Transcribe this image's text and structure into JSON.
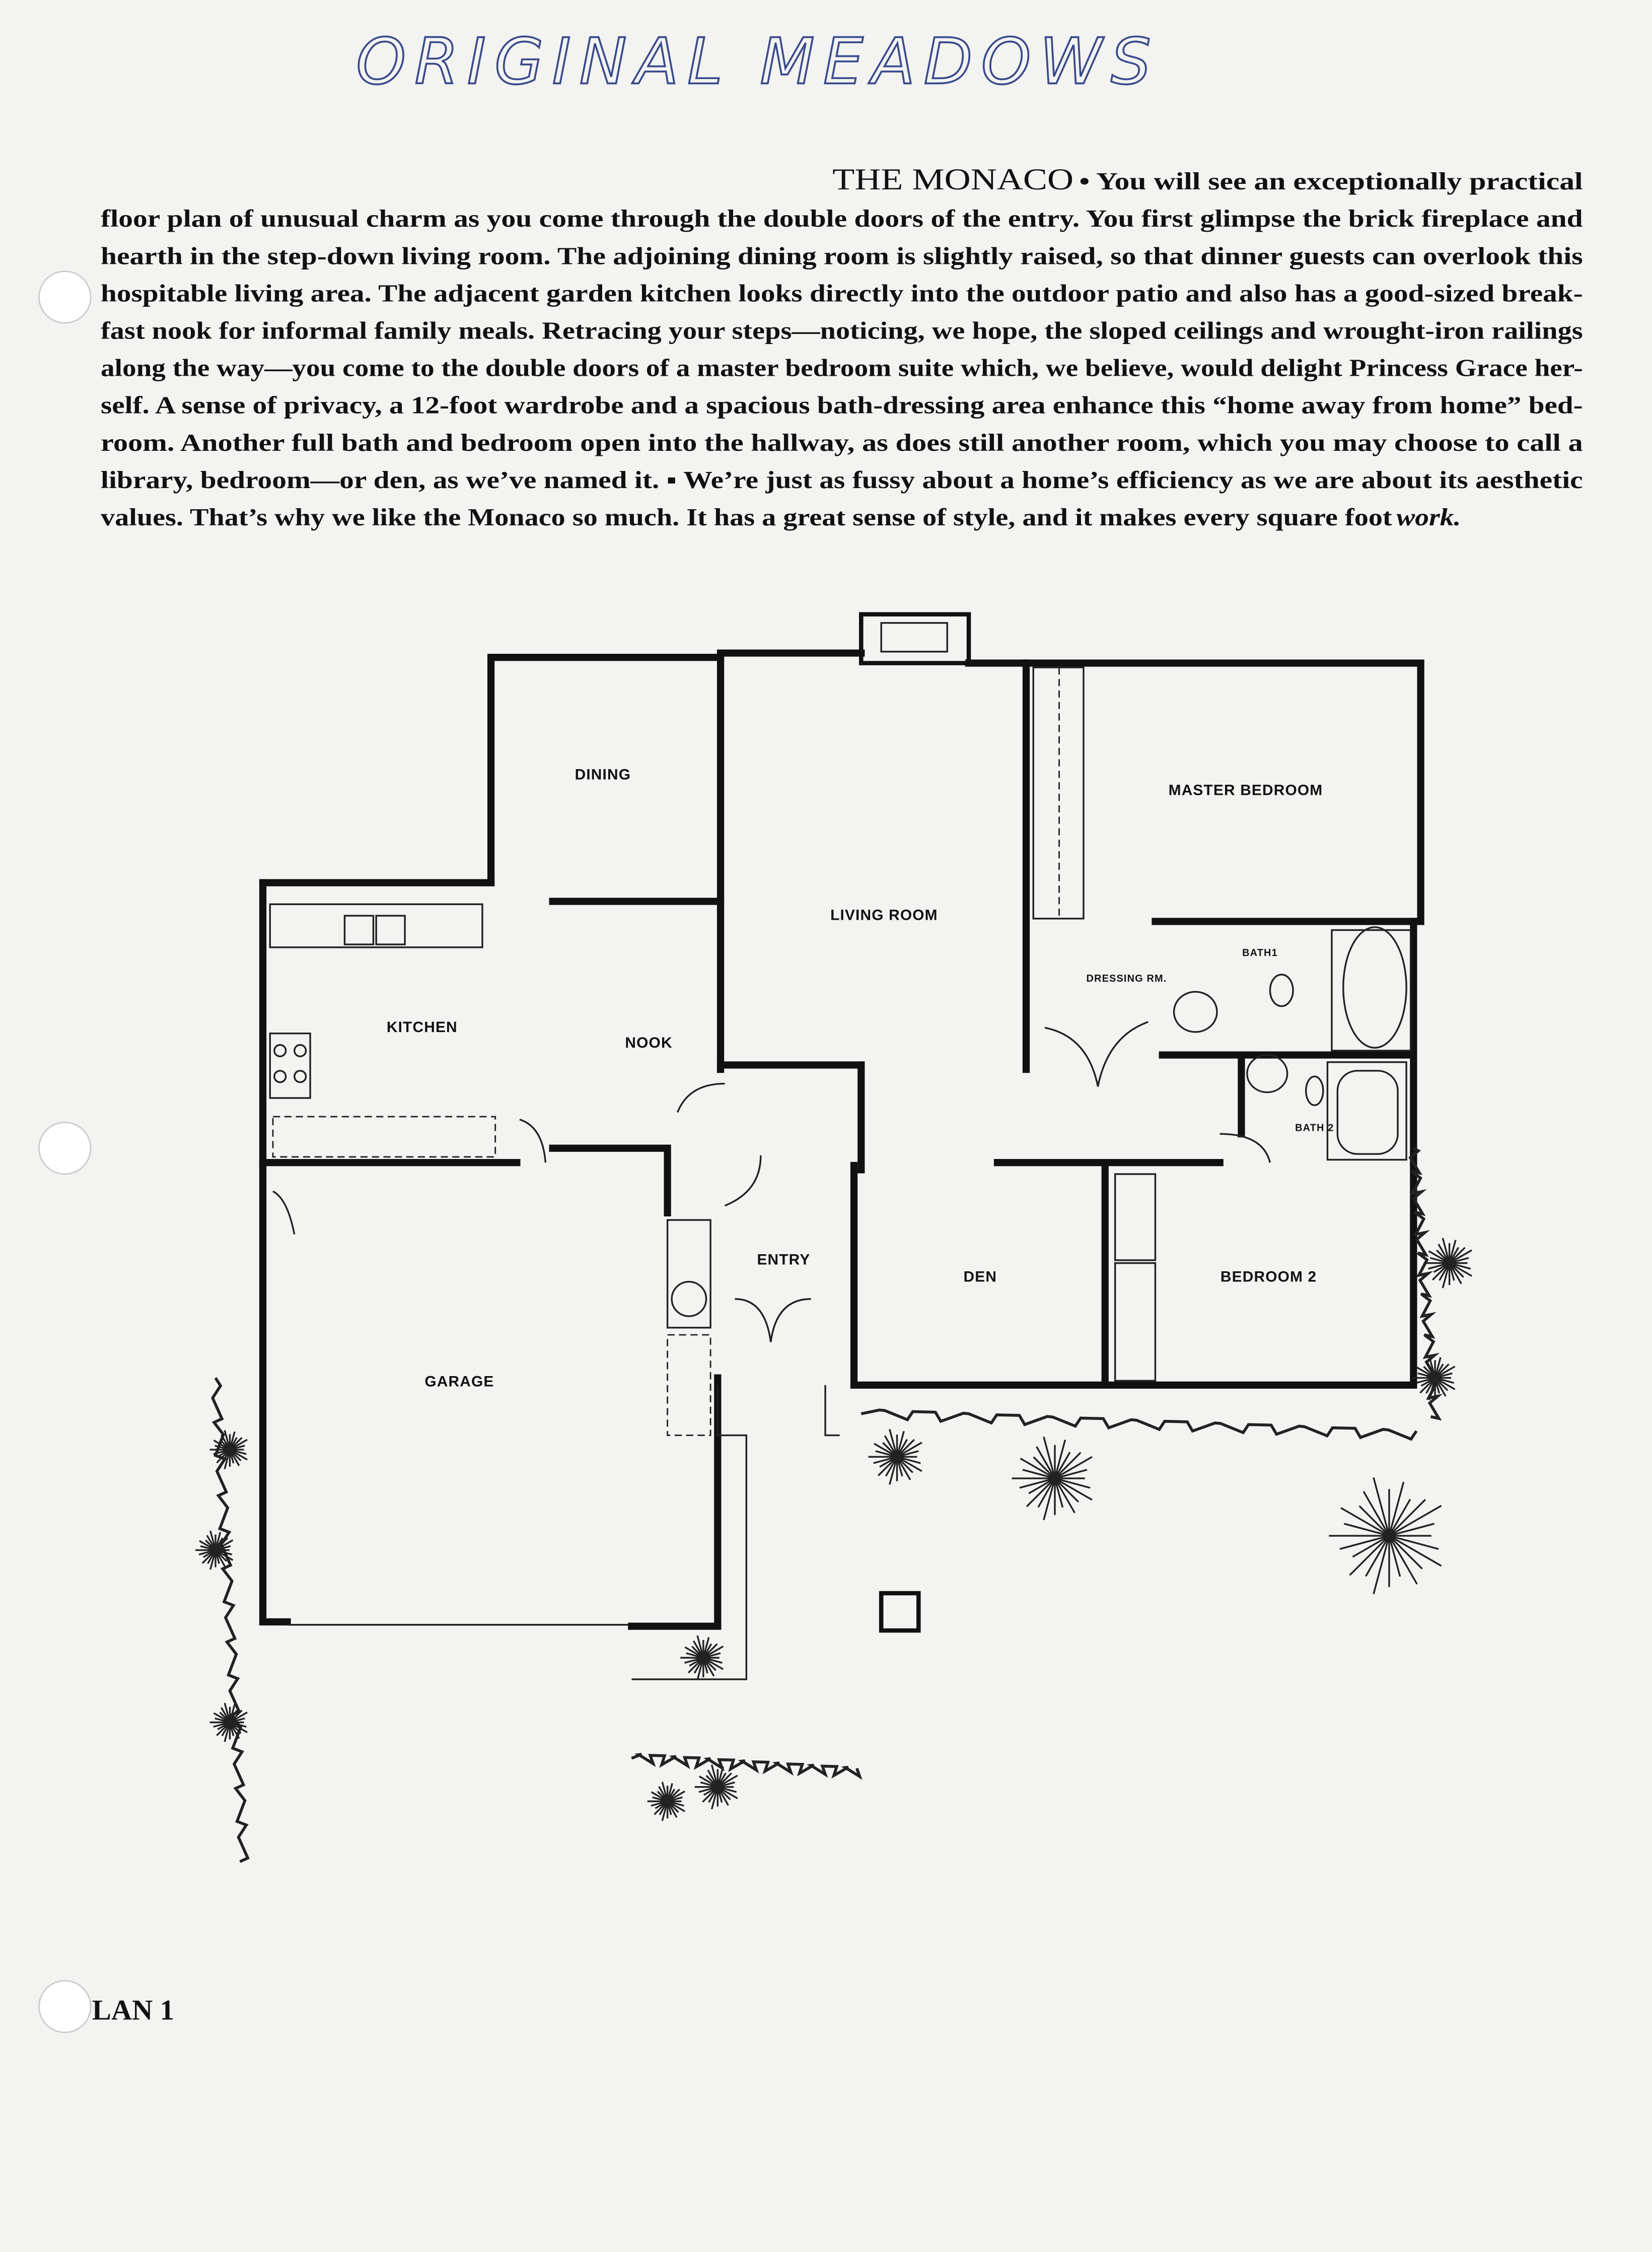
{
  "handwritten_title": "ORIGINAL MEADOWS",
  "heading": "THE MONACO",
  "paragraph": {
    "first_line": "• You will see an exceptionally practical",
    "lines": [
      "floor plan of unusual charm as you come through the double doors of the entry. You first glimpse the brick fireplace and",
      "hearth in the step-down living room. The adjoining dining room is slightly raised, so that dinner guests can overlook this",
      "hospitable living area. The adjacent garden kitchen looks directly into the outdoor patio and also has a good-sized break-",
      "fast nook for informal family meals. Retracing your steps—noticing, we hope, the sloped ceilings and wrought-iron railings",
      "along the way—you come to the double doors of a master bedroom suite which, we believe, would delight Princess Grace her-",
      "self. A sense of privacy, a 12-foot wardrobe and a spacious bath-dressing area enhance this “home away from home” bed-",
      "room. Another full bath and bedroom open into the hallway, as does still another room, which you may choose to call a",
      "library, bedroom—or den, as we’ve named it. ▪ We’re just as fussy about a home’s efficiency as we are about its aesthetic"
    ],
    "last_line": "values. That’s why we like the Monaco so much. It has a great sense of style, and it makes every square foot",
    "last_word": "work."
  },
  "rooms": {
    "dining": "DINING",
    "master_bedroom": "MASTER BEDROOM",
    "living_room": "LIVING ROOM",
    "kitchen": "KITCHEN",
    "nook": "NOOK",
    "dressing_rm": "DRESSING RM.",
    "bath1": "BATH1",
    "bath2": "BATH 2",
    "entry": "ENTRY",
    "den": "DEN",
    "bedroom2": "BEDROOM 2",
    "garage": "GARAGE"
  },
  "plan_label": "LAN 1"
}
